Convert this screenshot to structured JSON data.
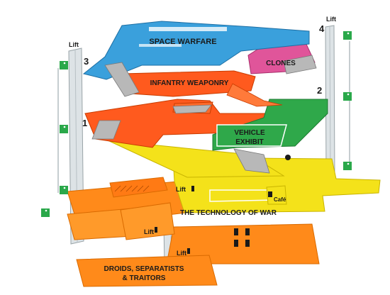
{
  "floors": {
    "space_warfare": "SPACE WARFARE",
    "clones": "CLONES",
    "infantry_weaponry": "INFANTRY WEAPONRY",
    "vehicle_exhibit_1": "VEHICLE",
    "vehicle_exhibit_2": "EXHIBIT",
    "technology_of_war": "THE TECHNOLOGY OF WAR",
    "droids_1": "DROIDS, SEPARATISTS",
    "droids_2": "& TRAITORS"
  },
  "levels": {
    "l1": "1",
    "l2": "2",
    "l3": "3",
    "l4": "4"
  },
  "lifts": {
    "left": "Lift",
    "right": "Lift",
    "mid_1": "Lift",
    "mid_2": "Lift",
    "mid_3": "Lift"
  },
  "amenities": {
    "cafe": "Café"
  },
  "colors": {
    "space_warfare": "#3aa0dc",
    "clones": "#e0559a",
    "infantry": "#ff5a1e",
    "level1": "#ff5a1e",
    "vehicle": "#2fa84a",
    "technology": "#f4e21a",
    "ground": "#ff8a1a",
    "exit": "#2aa84a"
  }
}
